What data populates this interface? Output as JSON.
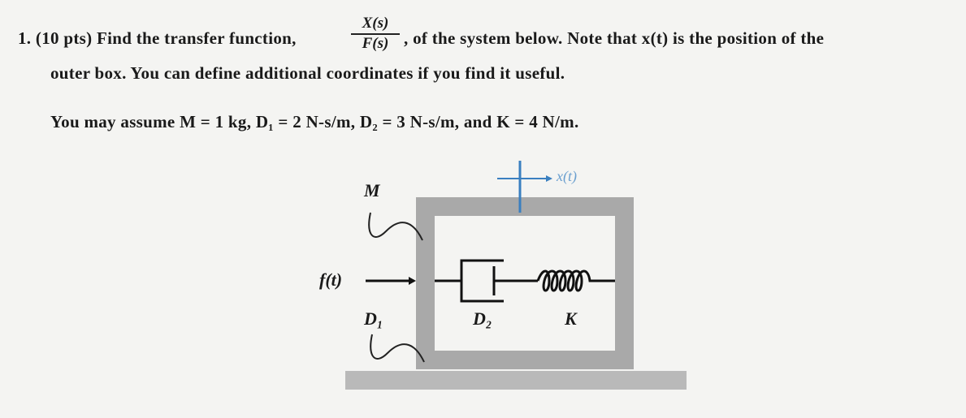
{
  "problem": {
    "number": "1.",
    "points": "(10 pts)",
    "line1_a": "Find the transfer function,",
    "frac_num": "X(s)",
    "frac_den": "F(s)",
    "line1_b": ", of the system below. Note that x(t) is the position of the",
    "line2": "outer box. You can define additional coordinates if you find it useful.",
    "line3": "You may assume M = 1 kg, D₁ = 2 N-s/m, D₂ = 3 N-s/m, and K = 4 N/m."
  },
  "diagram": {
    "mass_label": "M",
    "force_label": "f(t)",
    "d1_label": "D₁",
    "d2_label": "D₂",
    "k_label": "K",
    "position_label": "x(t)",
    "accent_color": "#3a7fc0"
  }
}
